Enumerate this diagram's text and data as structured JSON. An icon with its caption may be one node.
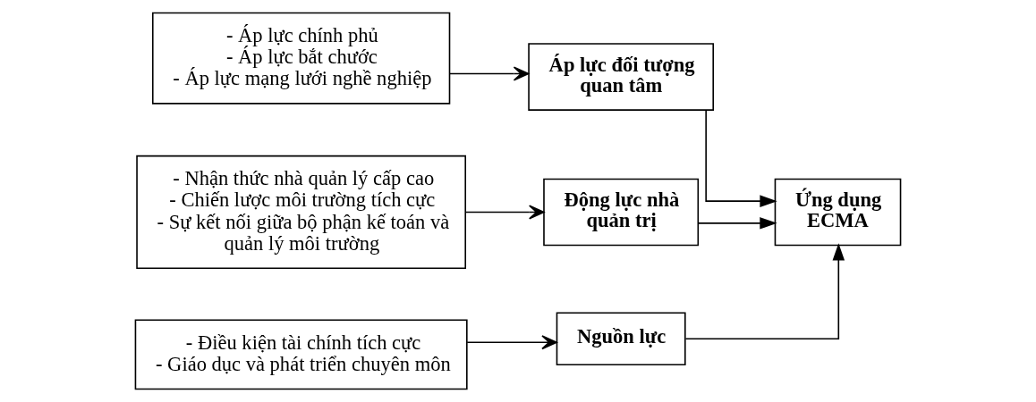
{
  "diagram": {
    "nodes": [
      {
        "text": [
          "- Áp lực chính phủ",
          "- Áp lực bắt chước",
          "- Áp lực mạng lưới nghề nghiệp"
        ]
      },
      {
        "text": [
          "Áp lực đối tượng quan tâm"
        ]
      },
      {
        "text": [
          "- Nhận thức nhà quản lý cấp cao",
          "- Chiến lược môi trường tích cực",
          "- Sự kết nối giữa bộ phận kế toán và quản lý môi trường"
        ]
      },
      {
        "text": [
          "Động lực nhà quản trị"
        ]
      },
      {
        "text": [
          "- Điều kiện tài chính tích cực",
          "- Giáo dục và phát triển chuyên môn"
        ]
      },
      {
        "text": [
          "Nguồn lực"
        ]
      },
      {
        "text": [
          "Ứng dụng ECMA"
        ]
      }
    ],
    "edges": [
      {
        "from": 0,
        "to": 1,
        "arrow": "to"
      },
      {
        "from": 2,
        "to": 3,
        "arrow": "to"
      },
      {
        "from": 4,
        "to": 5,
        "arrow": "to"
      },
      {
        "from": 1,
        "to": 6,
        "arrow": "to"
      },
      {
        "from": 3,
        "to": 6,
        "arrow": "to"
      },
      {
        "from": 5,
        "to": 6,
        "arrow": "to"
      }
    ]
  }
}
